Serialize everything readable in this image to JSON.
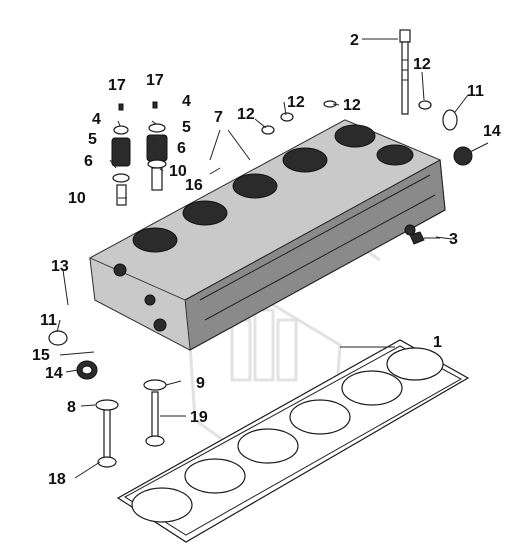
{
  "callouts": {
    "c1": "1",
    "c2": "2",
    "c3": "3",
    "c4a": "4",
    "c4b": "4",
    "c5a": "5",
    "c5b": "5",
    "c6a": "6",
    "c6b": "6",
    "c7": "7",
    "c8": "8",
    "c9": "9",
    "c10a": "10",
    "c10b": "10",
    "c11a": "11",
    "c11b": "11",
    "c12a": "12",
    "c12b": "12",
    "c12c": "12",
    "c12d": "12",
    "c13": "13",
    "c14a": "14",
    "c14b": "14",
    "c15": "15",
    "c16": "16",
    "c17a": "17",
    "c17b": "17",
    "c18": "18",
    "c19": "19"
  },
  "colors": {
    "ink": "#111111",
    "background": "#ffffff",
    "watermark": "#e2e2e2"
  }
}
